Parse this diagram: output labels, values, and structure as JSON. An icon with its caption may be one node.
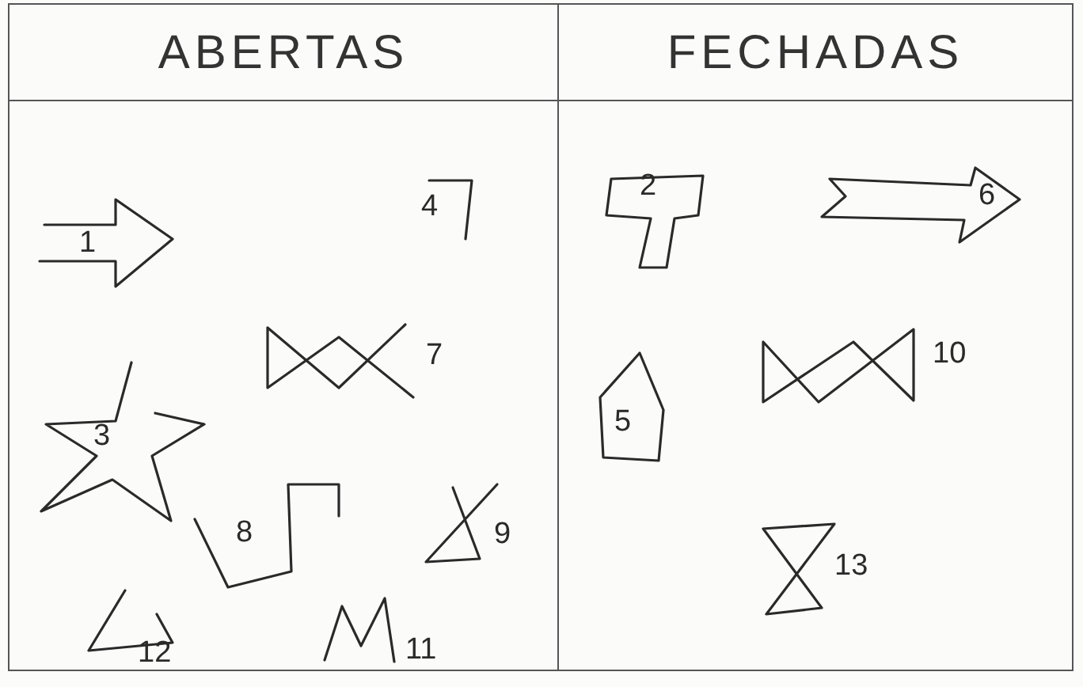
{
  "diagram": {
    "nodes": [
      {
        "text": [
          "ABERTAS"
        ]
      },
      {
        "text": [
          "4"
        ],
        "in": 0
      },
      {
        "text": [
          "1"
        ],
        "in": 0
      },
      {
        "text": [
          "7"
        ],
        "in": 0
      },
      {
        "text": [
          "3"
        ],
        "in": 0
      },
      {
        "text": [
          "8"
        ],
        "in": 0
      },
      {
        "text": [
          "9"
        ],
        "in": 0
      },
      {
        "text": [
          "12"
        ],
        "in": 0
      },
      {
        "text": [
          "11"
        ],
        "in": 0
      },
      {
        "text": [
          "FECHADAS"
        ]
      },
      {
        "text": [
          "2"
        ],
        "in": 9
      },
      {
        "text": [
          "6"
        ],
        "in": 9
      },
      {
        "text": [
          "5"
        ],
        "in": 9
      },
      {
        "text": [
          "10"
        ],
        "in": 9
      },
      {
        "text": [
          "13"
        ],
        "in": 9
      }
    ]
  }
}
